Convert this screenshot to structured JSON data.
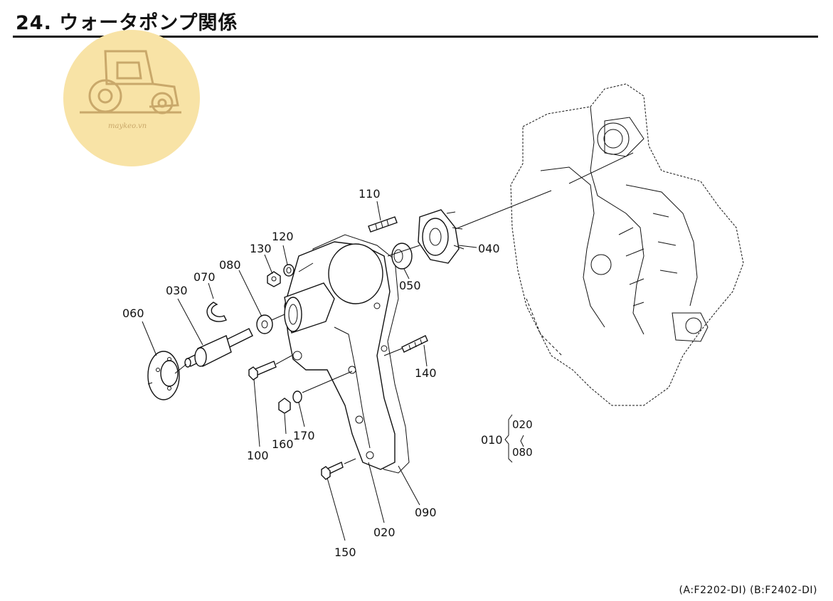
{
  "header": {
    "title": "24. ウォータポンプ関係"
  },
  "watermark": {
    "text": "maykeo.vn",
    "circle_color": "#f8e3a6",
    "icon": "tractor-icon"
  },
  "parts": {
    "p010": "010",
    "p020": "020",
    "p020_kit": "020",
    "p030": "030",
    "p040": "040",
    "p050": "050",
    "p060": "060",
    "p070": "070",
    "p080": "080",
    "p080_kit": "080",
    "p090": "090",
    "p100": "100",
    "p110": "110",
    "p120": "120",
    "p130": "130",
    "p140": "140",
    "p150": "150",
    "p160": "160",
    "p170": "170"
  },
  "footer": {
    "models": "(A:F2202-DI) (B:F2402-DI)"
  }
}
